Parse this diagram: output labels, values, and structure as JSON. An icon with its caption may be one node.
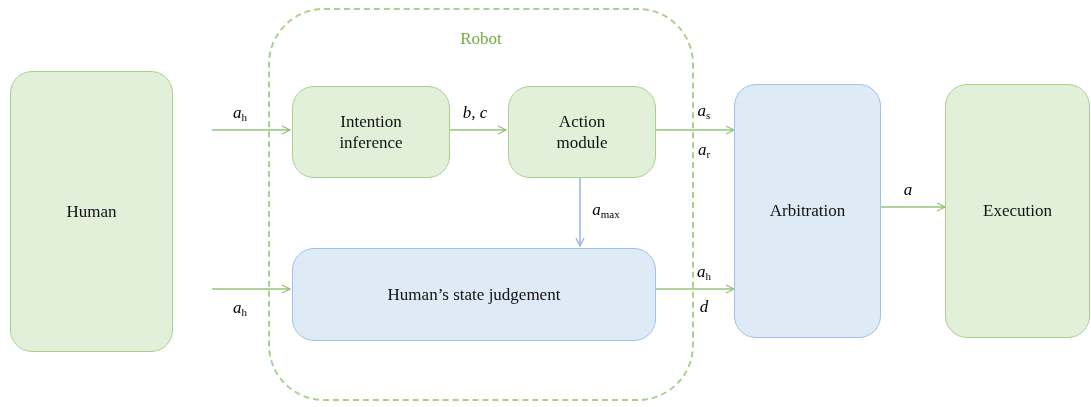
{
  "diagram": {
    "nodes": [
      {
        "text": [
          "Human"
        ]
      },
      {
        "text": [
          "Robot"
        ]
      },
      {
        "text": [
          "Intention inference"
        ],
        "in": 1
      },
      {
        "text": [
          "Action module"
        ],
        "in": 1
      },
      {
        "text": [
          "Human’s state judgement"
        ],
        "in": 1
      },
      {
        "text": [
          "Arbitration"
        ]
      },
      {
        "text": [
          "Execution"
        ]
      }
    ],
    "edges": [
      {
        "from": null,
        "to": 2,
        "arrow": "to",
        "label": "a$_{h}$"
      },
      {
        "from": null,
        "to": 4,
        "arrow": "to",
        "label": "a$_{h}$"
      },
      {
        "from": 2,
        "to": 3,
        "arrow": "to",
        "label": "b, c"
      },
      {
        "from": 3,
        "to": 5,
        "arrow": "to",
        "label": "a$_{s}$"
      },
      {
        "from": 3,
        "to": 4,
        "arrow": "to",
        "label": "a$_{max}$",
        "color": "#8fb4e8"
      },
      {
        "from": 4,
        "to": 5,
        "arrow": "to",
        "label": "a$_{h}$"
      },
      {
        "from": 5,
        "to": 6,
        "arrow": "to",
        "label": "a"
      }
    ],
    "labels": [
      "a$_{r}$",
      "d"
    ]
  }
}
